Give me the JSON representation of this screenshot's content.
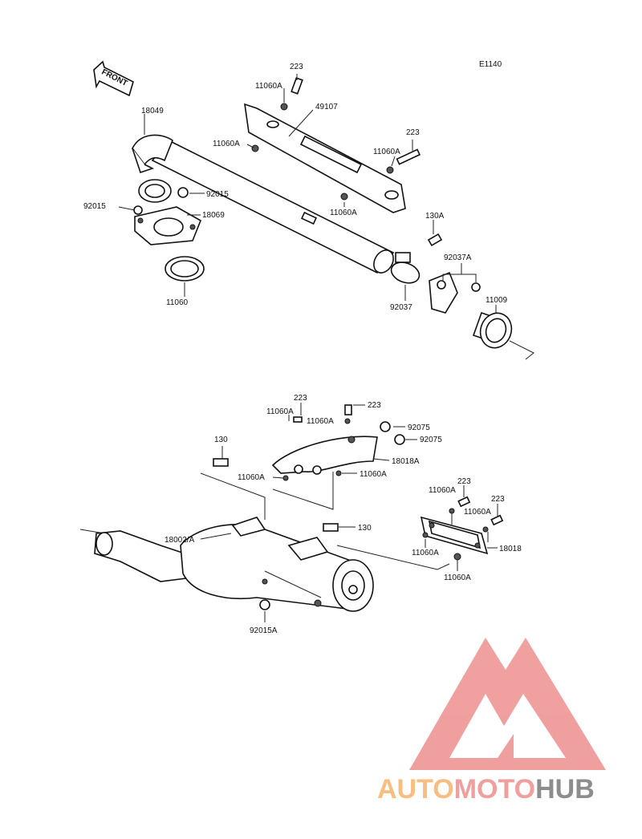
{
  "diagram": {
    "code": "E1140",
    "front_label": "FRONT",
    "upper_labels": {
      "p223_top": "223",
      "p11060A_top": "11060A",
      "p49107": "49107",
      "p18049": "18049",
      "p11060A_left": "11060A",
      "p223_right": "223",
      "p11060A_right": "11060A",
      "p92015_right": "92015",
      "p92015_left": "92015",
      "p18069": "18069",
      "p11060A_mid": "11060A",
      "p130A": "130A",
      "p92037A": "92037A",
      "p11060": "11060",
      "p92037": "92037",
      "p11009": "11009"
    },
    "lower_labels": {
      "p223_a": "223",
      "p11060A_a": "11060A",
      "p11060A_b": "11060A",
      "p223_b": "223",
      "p92075_a": "92075",
      "p92075_b": "92075",
      "p130_a": "130",
      "p18018A": "18018A",
      "p11060A_c": "11060A",
      "p11060A_d": "11060A",
      "p223_c": "223",
      "p11060A_e": "11060A",
      "p223_d": "223",
      "p11060A_f": "11060A",
      "p18002A": "18002/A",
      "p130_b": "130",
      "p11060A_g": "11060A",
      "p18018": "18018",
      "p11060A_h": "11060A",
      "p92015A": "92015A"
    }
  },
  "watermark": {
    "text_auto": "AUTO",
    "text_moto": "MOTO",
    "text_hub": "HUB",
    "color_orange": "#f7b36a",
    "color_red": "#ee8f8f",
    "color_grey": "#7a7a7a"
  }
}
